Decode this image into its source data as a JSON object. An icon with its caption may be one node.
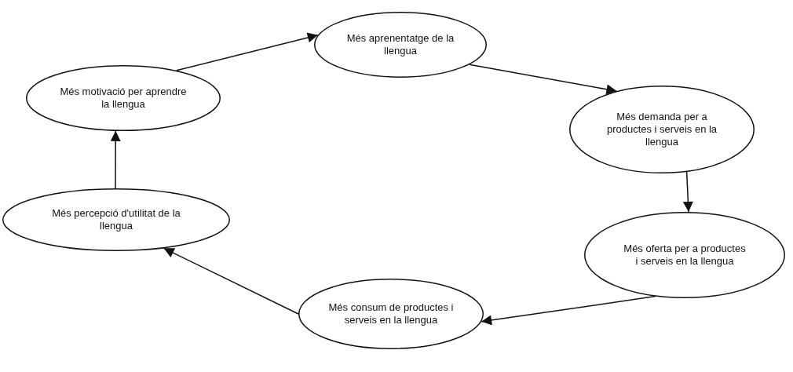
{
  "diagram": {
    "nodes": [
      {
        "text": [
          "Més motivació per aprendre la llengua"
        ]
      },
      {
        "text": [
          "Més aprenentatge de la llengua"
        ]
      },
      {
        "text": [
          "Més demanda per a productes i serveis en la llengua"
        ]
      },
      {
        "text": [
          "Més oferta per a productes i serveis en la llengua"
        ]
      },
      {
        "text": [
          "Més consum de productes i serveis en la llengua"
        ]
      },
      {
        "text": [
          "Més percepció d'utilitat de la llengua"
        ]
      }
    ],
    "edges": [
      {
        "from": 0,
        "to": 1,
        "arrow": "to"
      },
      {
        "from": 1,
        "to": 2,
        "arrow": "to"
      },
      {
        "from": 2,
        "to": 3,
        "arrow": "to"
      },
      {
        "from": 3,
        "to": 4,
        "arrow": "to"
      },
      {
        "from": 4,
        "to": 5,
        "arrow": "to"
      },
      {
        "from": 5,
        "to": 0,
        "arrow": "to"
      }
    ]
  }
}
